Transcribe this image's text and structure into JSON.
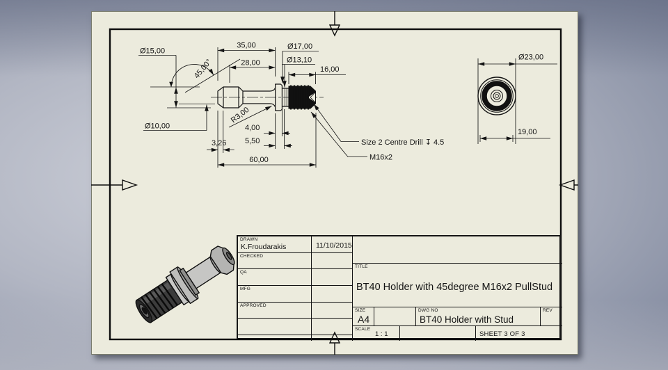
{
  "sheet": {
    "front_view_dims": {
      "len35": "35,00",
      "len28": "28,00",
      "dia17": "Ø17,00",
      "dia13": "Ø13,10",
      "len16": "16,00",
      "dia15": "Ø15,00",
      "ang45": "45,00°",
      "dia10": "Ø10,00",
      "rad3": "R3,00",
      "len4": "4,00",
      "len55": "5,50",
      "len326": "3,26",
      "len60": "60,00"
    },
    "notes": {
      "centre_drill": "Size 2 Centre Drill ↧ 4.5",
      "thread": "M16x2"
    },
    "end_view_dims": {
      "dia23": "Ø23,00",
      "len19": "19,00"
    },
    "title_block": {
      "rows": [
        {
          "label": "DRAWN",
          "value": "K.Froudarakis",
          "date": "11/10/2015"
        },
        {
          "label": "CHECKED",
          "value": "",
          "date": ""
        },
        {
          "label": "QA",
          "value": "",
          "date": ""
        },
        {
          "label": "MFG",
          "value": "",
          "date": ""
        },
        {
          "label": "APPROVED",
          "value": "",
          "date": ""
        }
      ],
      "title_label": "TITLE",
      "title": "BT40 Holder with 45degree M16x2 PullStud",
      "size_label": "SIZE",
      "size": "A4",
      "dwg_label": "DWG NO",
      "dwg_no": "BT40 Holder with Stud",
      "rev_label": "REV",
      "scale_label": "SCALE",
      "scale": "1 : 1",
      "sheet_label": "SHEET 3 OF 3"
    }
  }
}
